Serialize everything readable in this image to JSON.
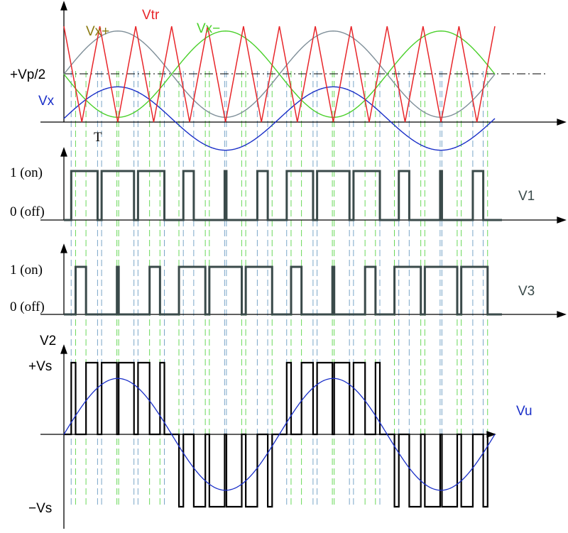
{
  "labels": {
    "vtr": "Vtr",
    "vx_plus": "Vx+",
    "vx_minus": "Vx−",
    "vp_half": "+Vp/2",
    "vx": "Vx",
    "period": "T",
    "on_1": "1 (on)",
    "off_1": "0 (off)",
    "v1": "V1",
    "on_3": "1 (on)",
    "off_3": "0 (off)",
    "v3": "V3",
    "v2": "V2",
    "plus_vs": "+Vs",
    "minus_vs": "−Vs",
    "vu": "Vu"
  },
  "colors": {
    "vtr": "#e8262a",
    "vx_plus": "#7f8f99",
    "vx_plus_label": "#8a7a10",
    "vx_minus": "#4ad02a",
    "vx": "#1a2fc8",
    "pulse": "#3a4a4a",
    "axis": "#000000",
    "vu": "#1a2fc8",
    "grid_dash_blue": "#7aa6c8",
    "grid_dash_green": "#6ad85a"
  },
  "signals": {
    "carrier_periods": 12,
    "reference_cycles": 2,
    "reference_amplitude_ratio": 0.9
  }
}
